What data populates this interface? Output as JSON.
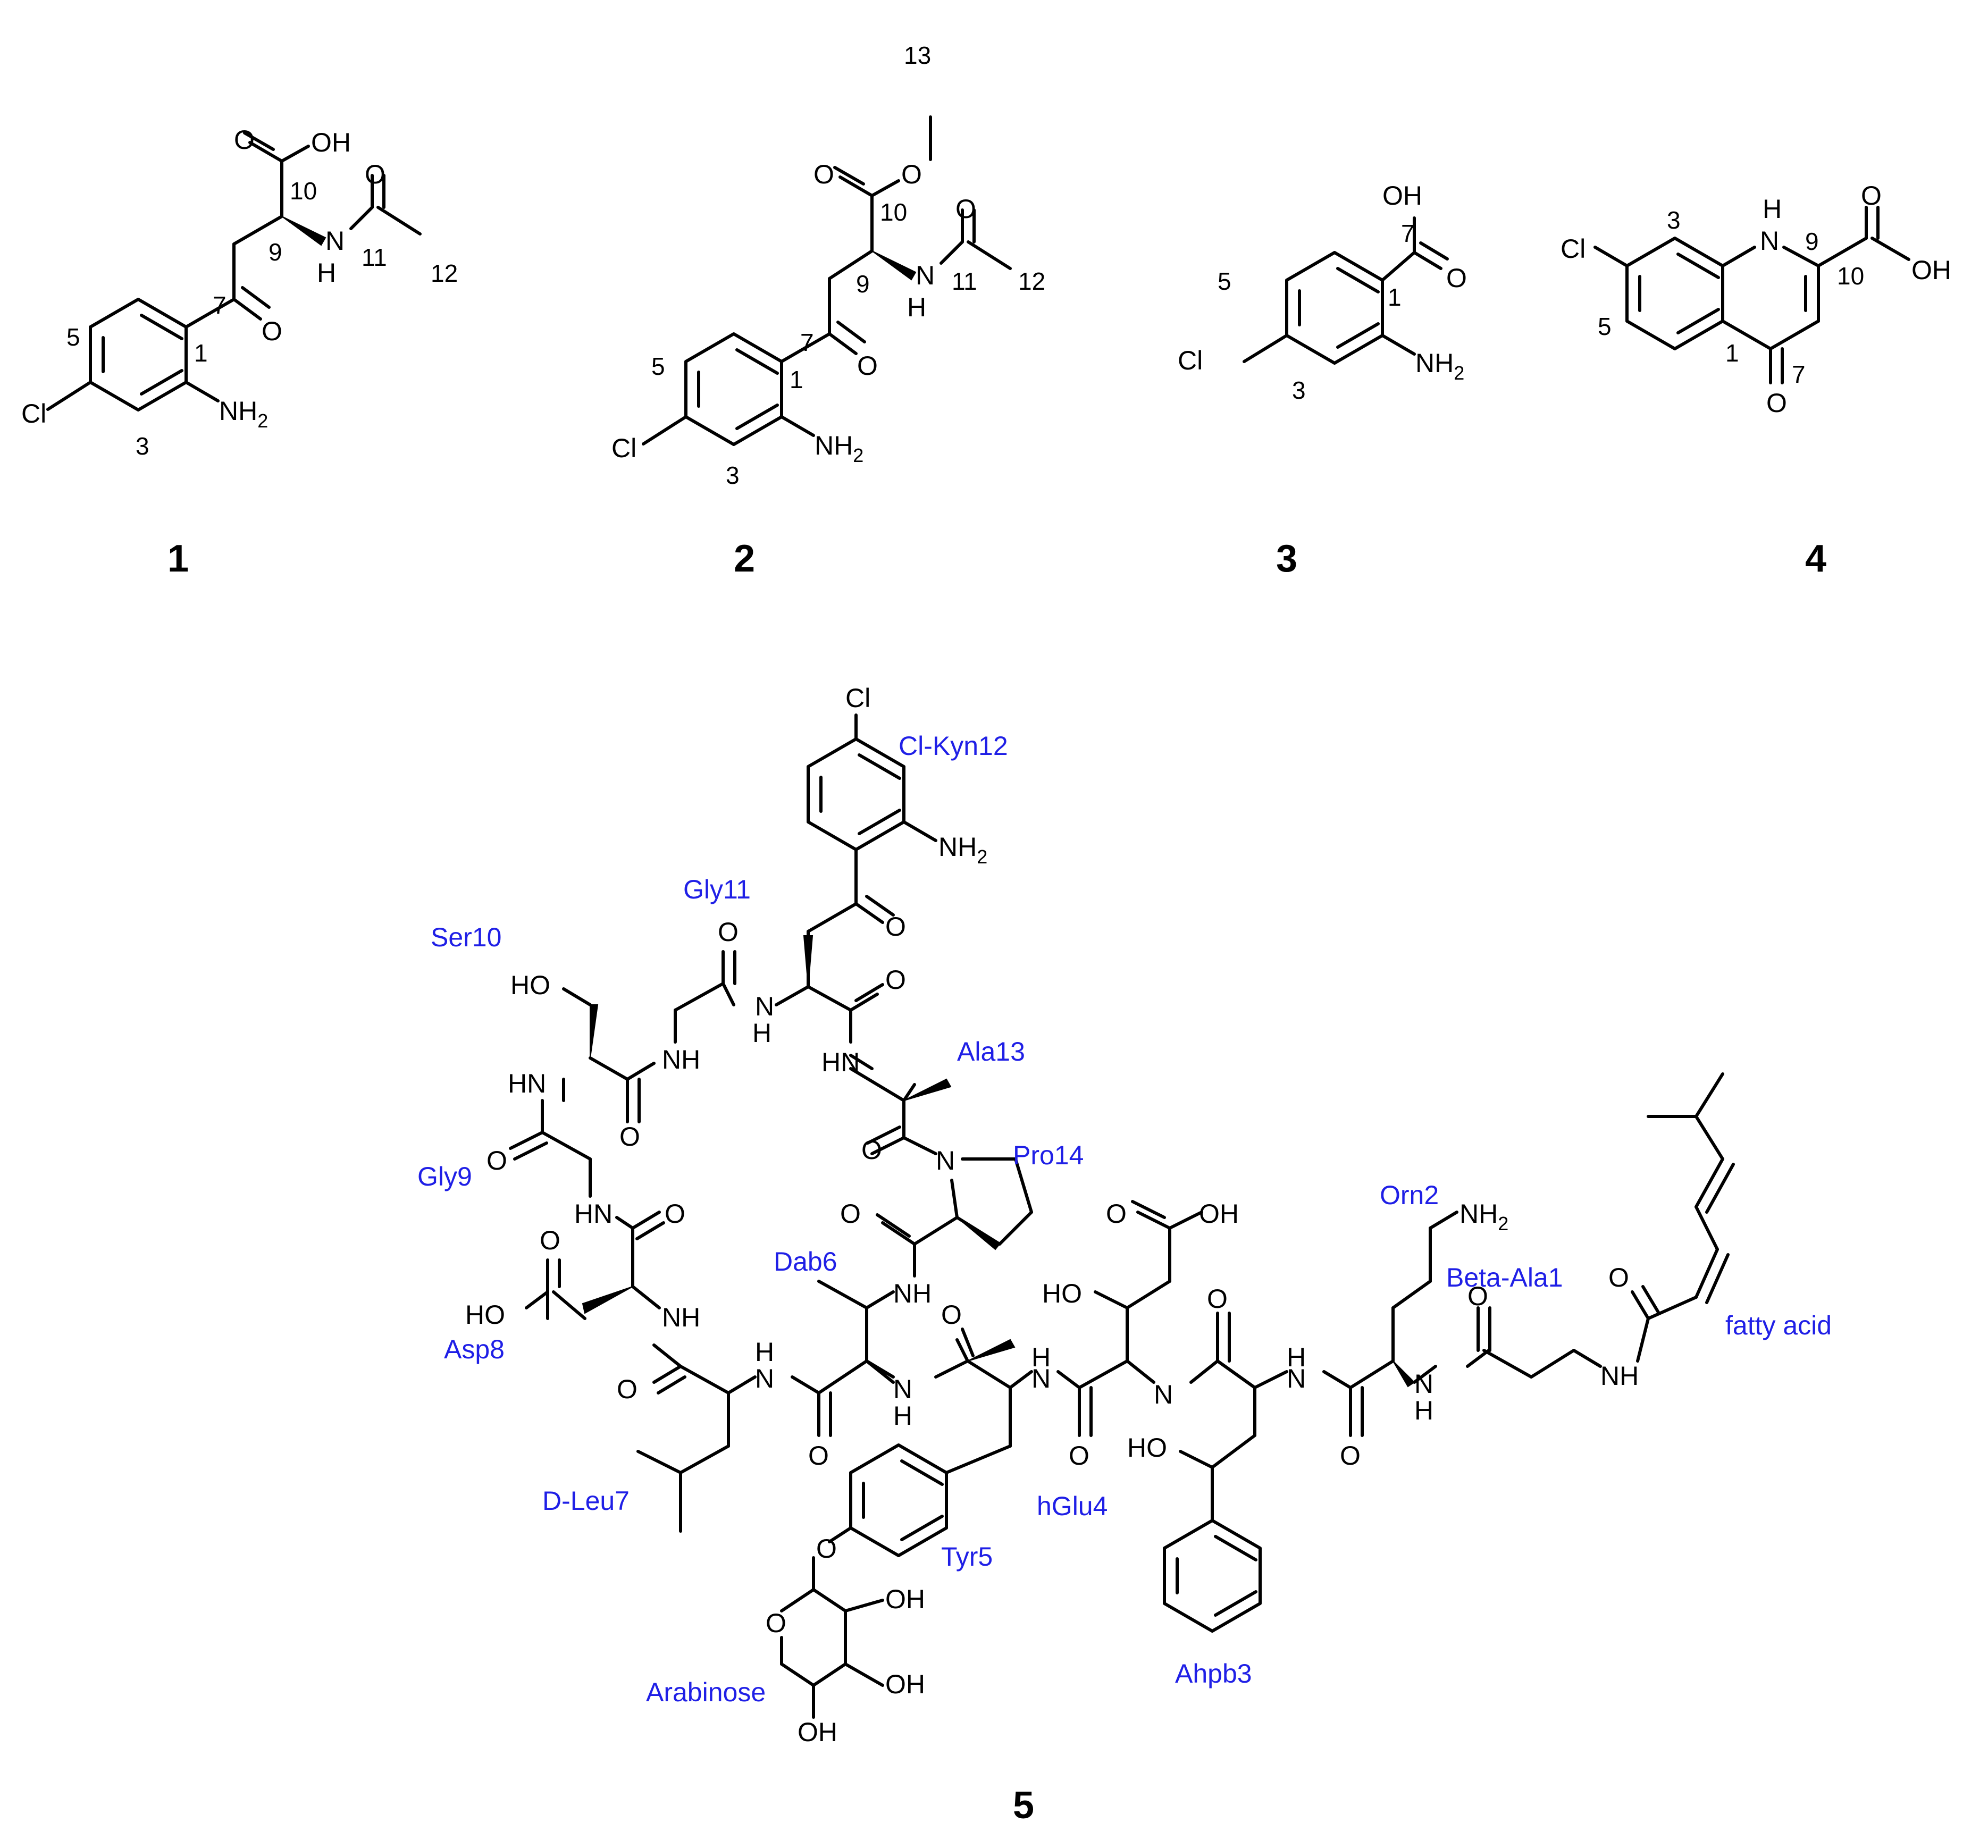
{
  "compounds": [
    {
      "id": "1",
      "atoms": [
        "O",
        "OH",
        "O",
        "N",
        "H",
        "O",
        "Cl",
        "NH",
        "2"
      ],
      "numbering": [
        "10",
        "9",
        "11",
        "12",
        "7",
        "5",
        "1",
        "3"
      ]
    },
    {
      "id": "2",
      "atoms": [
        "O",
        "O",
        "O",
        "N",
        "H",
        "O",
        "Cl",
        "NH",
        "2"
      ],
      "numbering": [
        "13",
        "10",
        "9",
        "11",
        "12",
        "7",
        "5",
        "1",
        "3"
      ]
    },
    {
      "id": "3",
      "atoms": [
        "OH",
        "O",
        "Cl",
        "NH",
        "2"
      ],
      "numbering": [
        "7",
        "5",
        "1",
        "3"
      ]
    },
    {
      "id": "4",
      "atoms": [
        "Cl",
        "H",
        "N",
        "O",
        "OH",
        "O"
      ],
      "numbering": [
        "3",
        "9",
        "10",
        "5",
        "1",
        "7"
      ]
    },
    {
      "id": "5",
      "residues": [
        "Cl-Kyn12",
        "Gly11",
        "Ser10",
        "Ala13",
        "Pro14",
        "Gly9",
        "Dab6",
        "Orn2",
        "Beta-Ala1",
        "fatty acid",
        "Asp8",
        "D-Leu7",
        "hGlu4",
        "Tyr5",
        "Arabinose",
        "Ahpb3"
      ],
      "atoms": {
        "cl": "Cl",
        "nh": "NH",
        "sub2": "2",
        "o": "O",
        "n": "N",
        "h": "H",
        "hn": "HN",
        "ho": "HO",
        "oh": "OH"
      }
    }
  ]
}
